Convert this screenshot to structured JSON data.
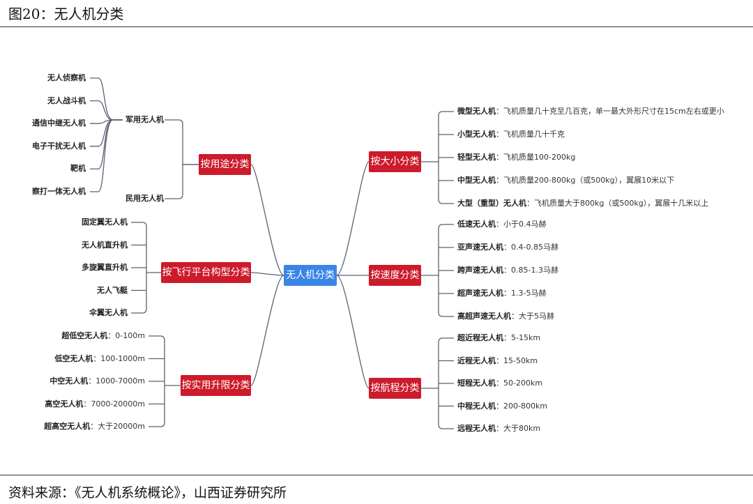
{
  "figure": {
    "title": "图20：无人机分类",
    "source": "资料来源：《无人机系统概论》，山西证券研究所"
  },
  "colors": {
    "category": "#cc1b2b",
    "root": "#3a86e8",
    "line": "#5a6070"
  },
  "diagram": {
    "root": "无人机分类",
    "left": [
      {
        "label": "按用途分类",
        "subgroups": [
          {
            "label": "军用无人机",
            "items": [
              "无人侦察机",
              "无人战斗机",
              "通信中继无人机",
              "电子干扰无人机",
              "靶机",
              "察打一体无人机"
            ]
          },
          {
            "label": "民用无人机",
            "items": []
          }
        ]
      },
      {
        "label": "按飞行平台构型分类",
        "items": [
          {
            "name": "固定翼无人机",
            "desc": ""
          },
          {
            "name": "无人机直升机",
            "desc": ""
          },
          {
            "name": "多旋翼直升机",
            "desc": ""
          },
          {
            "name": "无人飞艇",
            "desc": ""
          },
          {
            "name": "伞翼无人机",
            "desc": ""
          }
        ]
      },
      {
        "label": "按实用升限分类",
        "items": [
          {
            "name": "超低空无人机",
            "desc": "：0-100m"
          },
          {
            "name": "低空无人机",
            "desc": "：100-1000m"
          },
          {
            "name": "中空无人机",
            "desc": "：1000-7000m"
          },
          {
            "name": "高空无人机",
            "desc": "：7000-20000m"
          },
          {
            "name": "超高空无人机",
            "desc": "：大于20000m"
          }
        ]
      }
    ],
    "right": [
      {
        "label": "按大小分类",
        "items": [
          {
            "name": "微型无人机",
            "desc": "：飞机质量几十克至几百克，单一最大外形尺寸在15cm左右或更小"
          },
          {
            "name": "小型无人机",
            "desc": "：飞机质量几十千克"
          },
          {
            "name": "轻型无人机",
            "desc": "：飞机质量100-200kg"
          },
          {
            "name": "中型无人机",
            "desc": "：飞机质量200-800kg（或500kg），翼展10米以下"
          },
          {
            "name": "大型（重型）无人机",
            "desc": "：飞机质量大于800kg（或500kg），翼展十几米以上"
          }
        ]
      },
      {
        "label": "按速度分类",
        "items": [
          {
            "name": "低速无人机",
            "desc": "：小于0.4马赫"
          },
          {
            "name": "亚声速无人机",
            "desc": "：0.4-0.85马赫"
          },
          {
            "name": "跨声速无人机",
            "desc": "：0.85-1.3马赫"
          },
          {
            "name": "超声速无人机",
            "desc": "：1.3-5马赫"
          },
          {
            "name": "高超声速无人机",
            "desc": "：大于5马赫"
          }
        ]
      },
      {
        "label": "按航程分类",
        "items": [
          {
            "name": "超近程无人机",
            "desc": "：5-15km"
          },
          {
            "name": "近程无人机",
            "desc": "：15-50km"
          },
          {
            "name": "短程无人机",
            "desc": "：50-200km"
          },
          {
            "name": "中程无人机",
            "desc": "：200-800km"
          },
          {
            "name": "远程无人机",
            "desc": "：大于80km"
          }
        ]
      }
    ]
  }
}
